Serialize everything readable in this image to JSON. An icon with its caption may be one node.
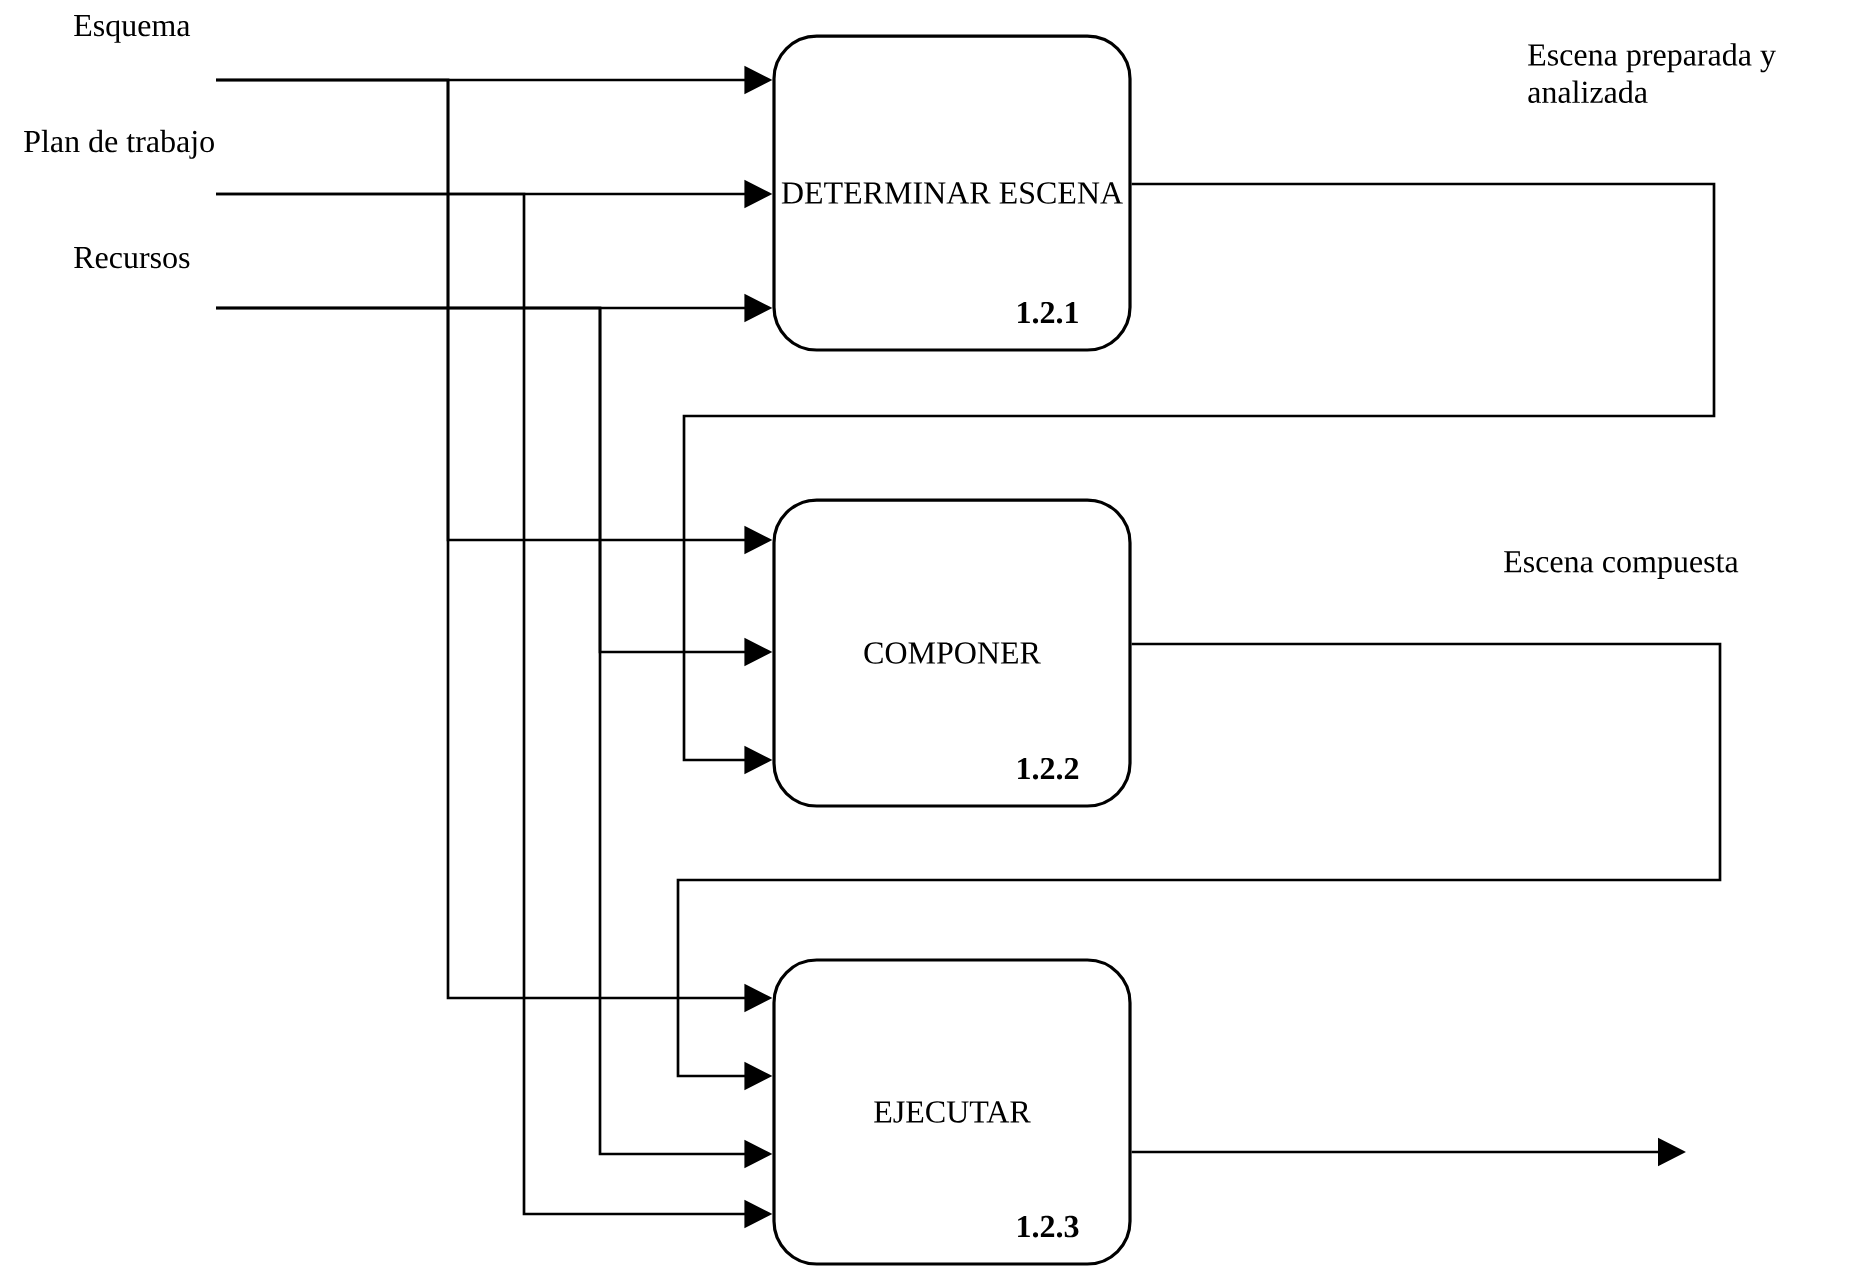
{
  "diagram": {
    "nodes": [
      {
        "text": [
          "Esquema"
        ]
      },
      {
        "text": [
          "Plan de trabajo"
        ]
      },
      {
        "text": [
          "Recursos"
        ]
      },
      {
        "text": [
          "DETERMINAR ESCENA",
          "1.2.1"
        ]
      },
      {
        "text": [
          "COMPONER",
          "1.2.2"
        ]
      },
      {
        "text": [
          "EJECUTAR",
          "1.2.3"
        ]
      }
    ],
    "edges": [
      {
        "from": 0,
        "to": 3,
        "arrow": "to"
      },
      {
        "from": 1,
        "to": 3,
        "arrow": "to"
      },
      {
        "from": 2,
        "to": 3,
        "arrow": "to"
      },
      {
        "from": 0,
        "to": 4,
        "arrow": "to"
      },
      {
        "from": 2,
        "to": 4,
        "arrow": "to"
      },
      {
        "from": 3,
        "to": 4,
        "arrow": "to",
        "label": "Escena preparada y analizada"
      },
      {
        "from": 0,
        "to": 5,
        "arrow": "to"
      },
      {
        "from": 4,
        "to": 5,
        "arrow": "to",
        "label": "Escena compuesta"
      },
      {
        "from": 2,
        "to": 5,
        "arrow": "to"
      },
      {
        "from": 1,
        "to": 5,
        "arrow": "to"
      },
      {
        "from": 5,
        "to": null,
        "arrow": "to"
      }
    ]
  }
}
